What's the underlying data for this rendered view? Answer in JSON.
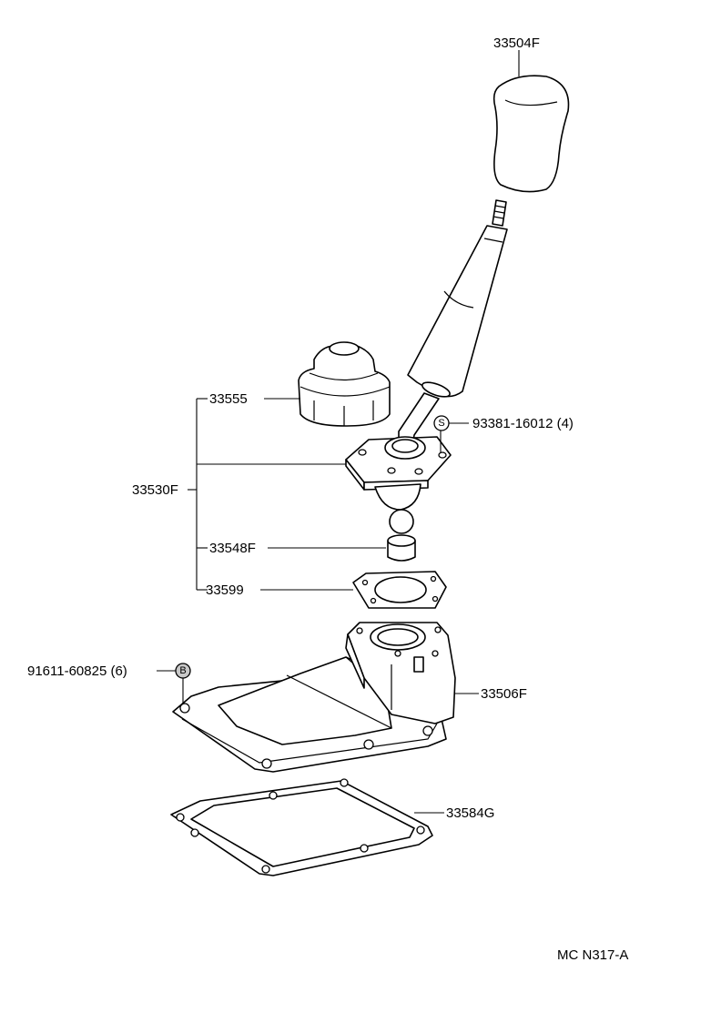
{
  "diagram_code": "MC N317-A",
  "parts": {
    "knob": "33504F",
    "boot": "33555",
    "lever_assembly": "33530F",
    "bushing": "33548F",
    "retainer_gasket": "33599",
    "screw": "93381-16012 (4)",
    "bolt": "91611-60825 (6)",
    "retainer": "33506F",
    "cover_gasket": "33584G"
  },
  "badges": {
    "screw": "S",
    "bolt": "B"
  }
}
